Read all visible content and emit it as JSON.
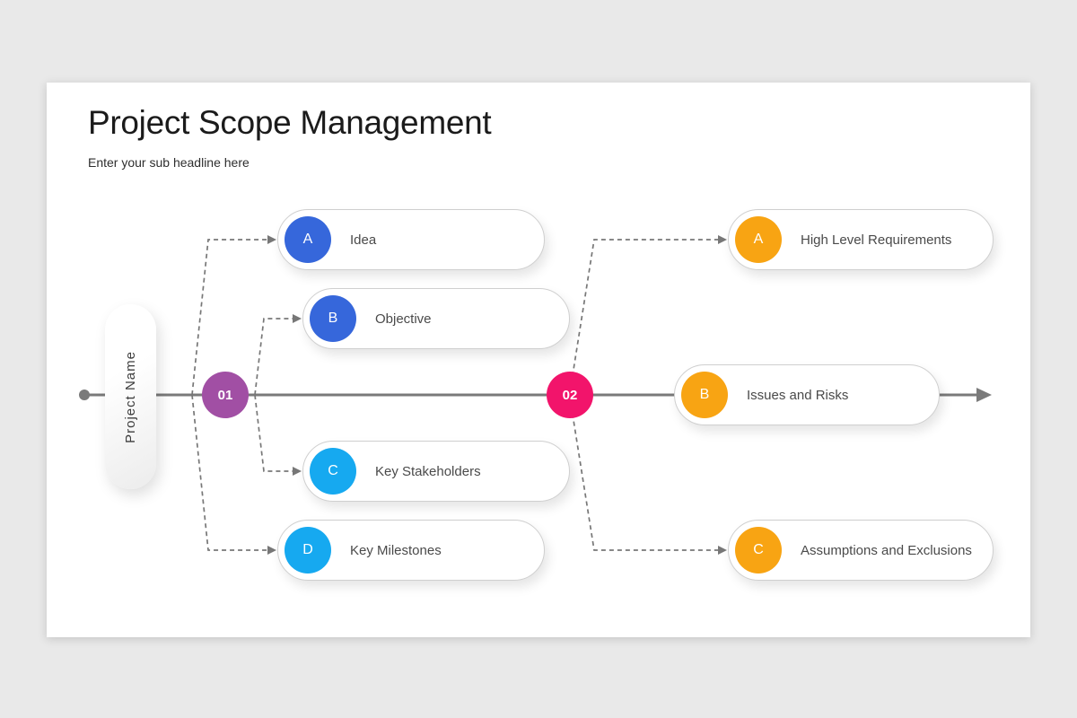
{
  "slide": {
    "title": "Project Scope Management",
    "subtitle": "Enter your sub headline here"
  },
  "timeline": {
    "project_label": "Project Name",
    "milestones": [
      {
        "number": "01",
        "color": "#A14FA4"
      },
      {
        "number": "02",
        "color": "#F2146B"
      }
    ]
  },
  "branches": {
    "group1": [
      {
        "letter": "A",
        "label": "Idea",
        "color": "#3667DB"
      },
      {
        "letter": "B",
        "label": "Objective",
        "color": "#3667DB"
      },
      {
        "letter": "C",
        "label": "Key Stakeholders",
        "color": "#16A9F0"
      },
      {
        "letter": "D",
        "label": "Key Milestones",
        "color": "#16A9F0"
      }
    ],
    "group2": [
      {
        "letter": "A",
        "label": "High Level Requirements",
        "color": "#F8A413"
      },
      {
        "letter": "B",
        "label": "Issues and Risks",
        "color": "#F8A413"
      },
      {
        "letter": "C",
        "label": "Assumptions and Exclusions",
        "color": "#F8A413"
      }
    ]
  },
  "colors": {
    "page_bg": "#e9e9e9",
    "card_bg": "#ffffff",
    "timeline": "#7a7a7a",
    "connector": "#777777"
  }
}
